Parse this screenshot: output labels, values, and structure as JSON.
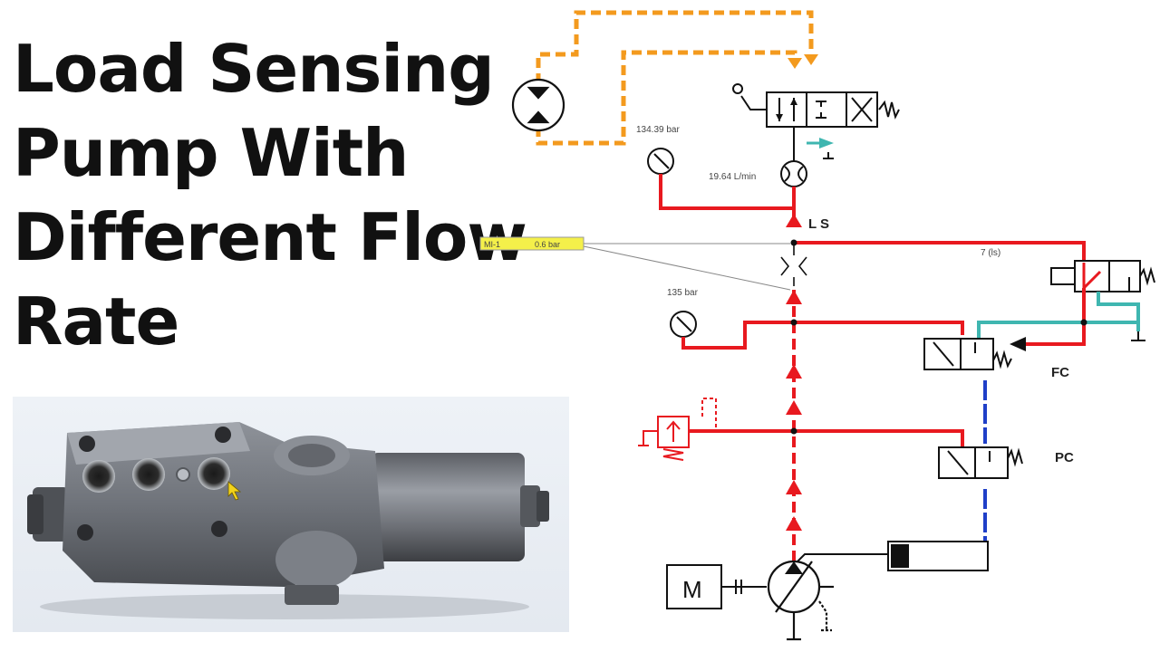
{
  "title": {
    "lines": [
      "Load Sensing",
      "Pump With",
      "Different Flow",
      "Rate"
    ]
  },
  "diagram": {
    "gauge_top_value": "134.39 bar",
    "flow_meter_value": "19.64 L/min",
    "ls_label": "L S",
    "mi_tag_name": "MI-1",
    "mi_tag_value": "0.6 bar",
    "ls_line_label": "7 (ls)",
    "gauge_mid_value": "135 bar",
    "fc_label": "FC",
    "pc_label": "PC",
    "motor_label": "M"
  },
  "colors": {
    "red_line": "#e8191f",
    "orange_line": "#f39a1e",
    "teal_line": "#3fb6b0",
    "blue_line": "#1f3fc8",
    "tag_yellow": "#f4f04a",
    "text": "#111111"
  }
}
